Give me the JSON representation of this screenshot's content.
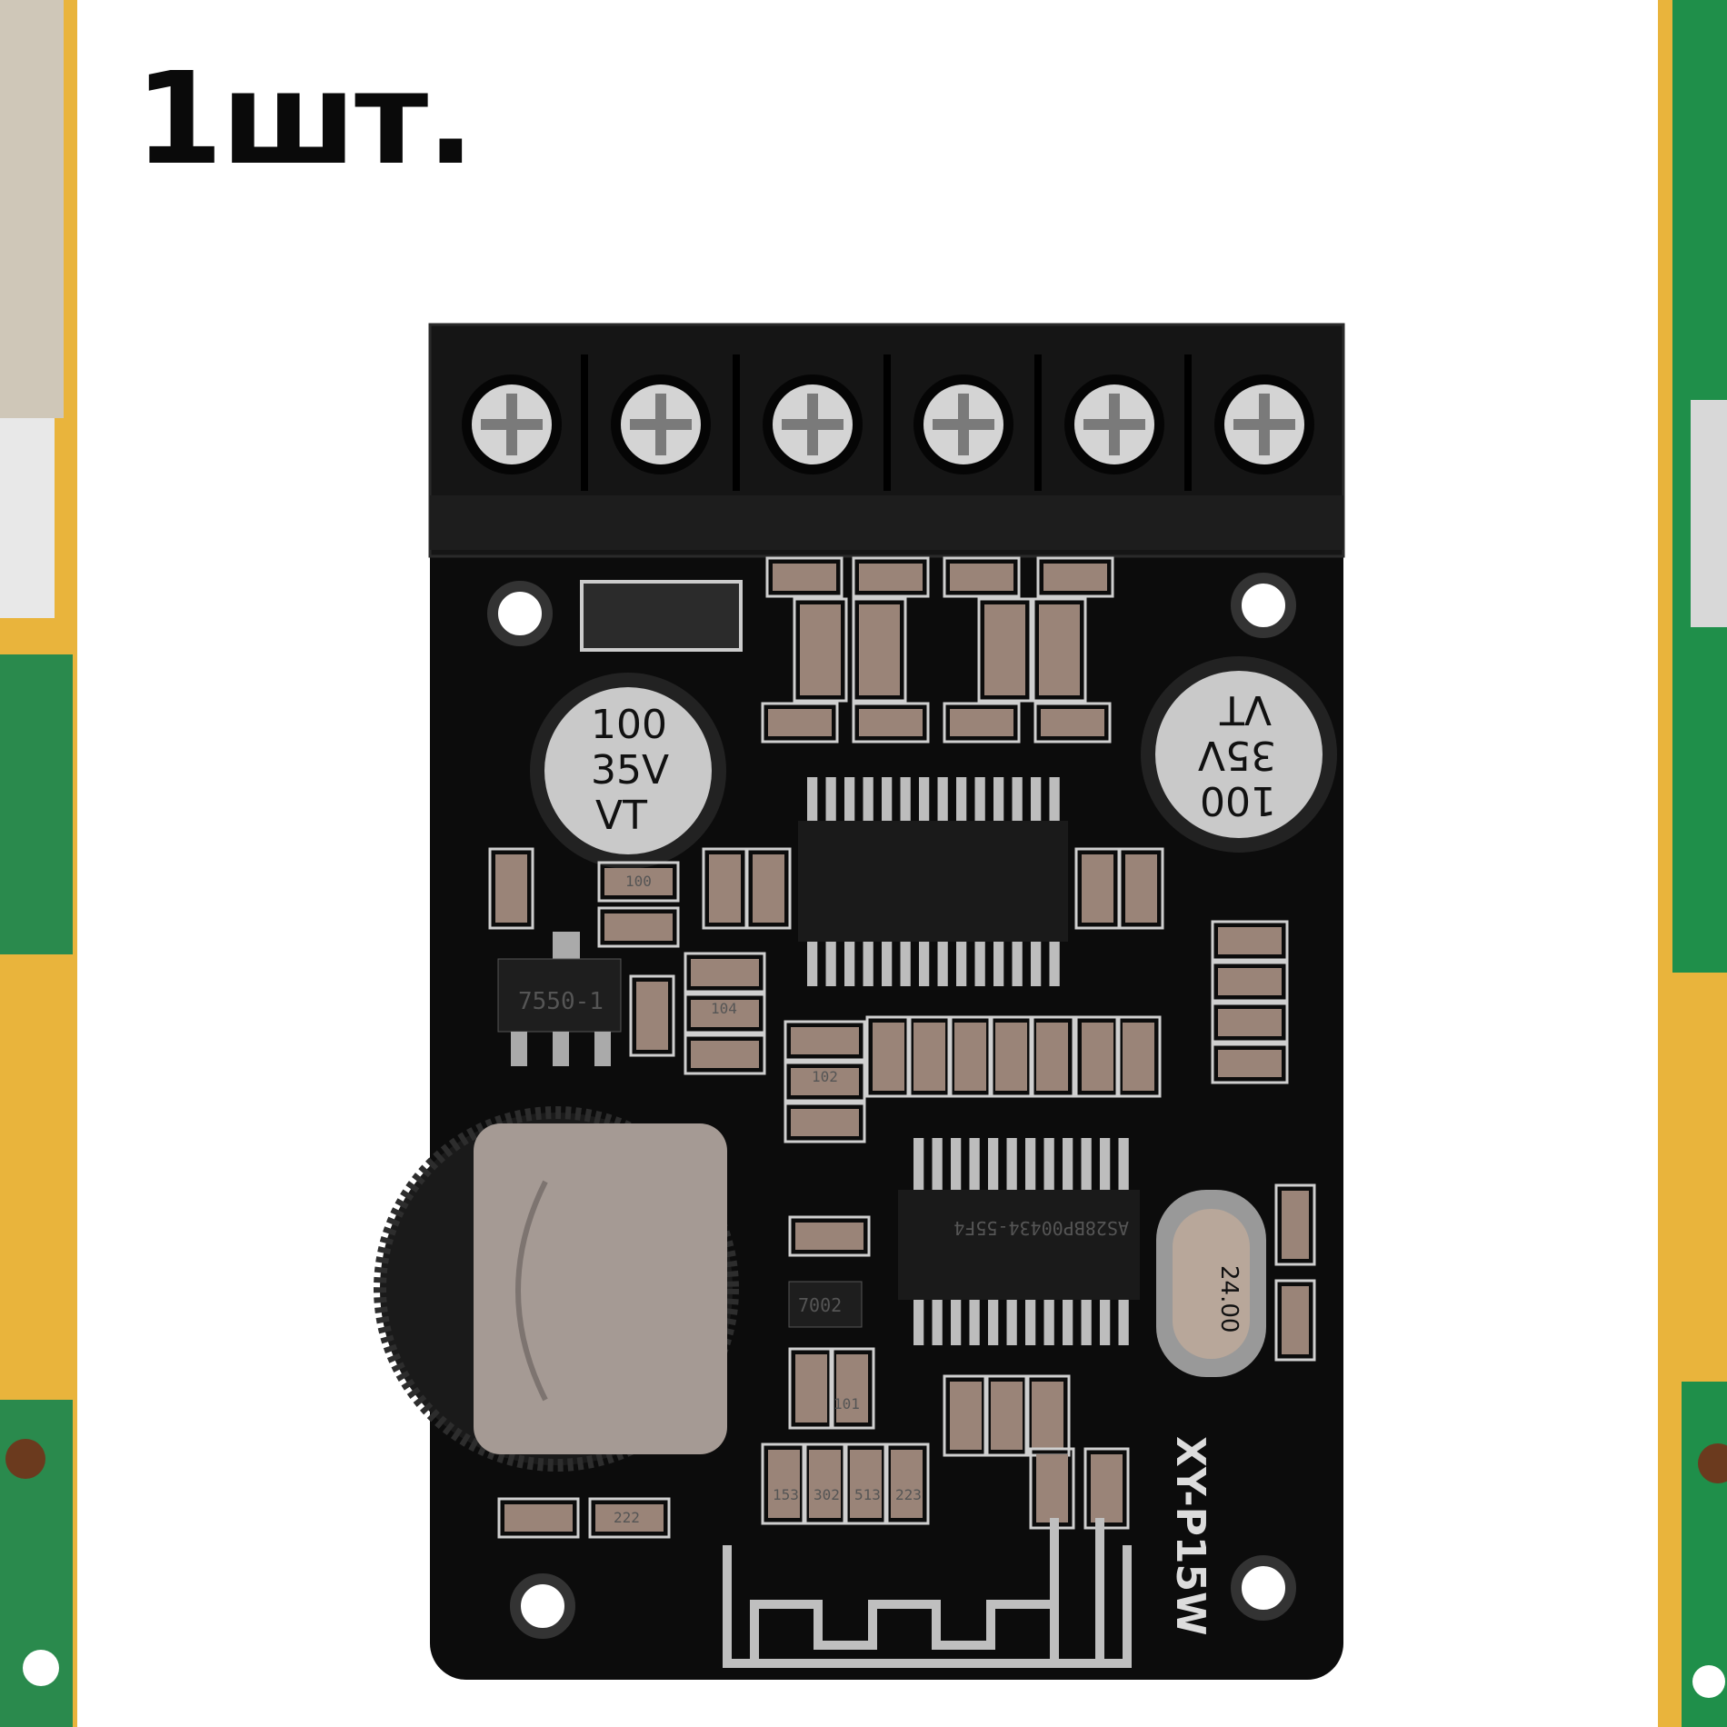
{
  "title": "1шт.",
  "board": {
    "model": "XY-P15W",
    "capacitor_left": [
      "100",
      "35V",
      "VT"
    ],
    "capacitor_right": [
      "100",
      "35V",
      "VT"
    ],
    "regulator": "7550-1",
    "bt_chip": "AS28BP00434-55F4",
    "crystal": "24.00",
    "transistor": "7002",
    "resistor_codes": [
      "100",
      "104",
      "102",
      "101",
      "222",
      "153",
      "302",
      "513",
      "223"
    ]
  },
  "colors": {
    "pcb": "#0c0c0c",
    "silkscreen": "#d8d8d8",
    "side_pcb_green": "#1f8f4a",
    "side_pcb_yellow": "#e8b23a"
  }
}
